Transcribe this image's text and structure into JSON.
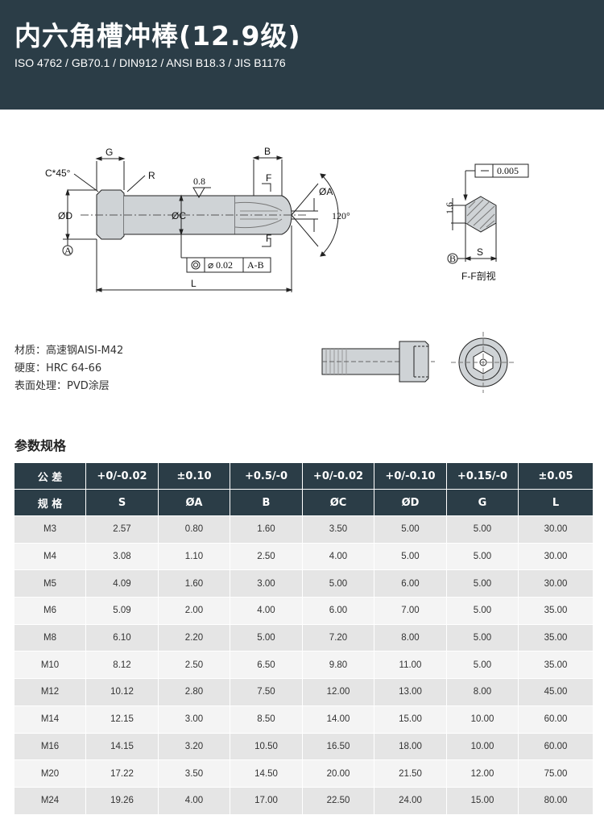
{
  "header": {
    "title": "内六角槽冲棒(12.9级)",
    "standards": "ISO 4762 / GB70.1 / DIN912 / ANSI B18.3 / JIS B1176"
  },
  "drawing": {
    "labels": {
      "g": "G",
      "b": "B",
      "chamfer": "C*45°",
      "r": "R",
      "roughness": "0.8",
      "f_top": "F",
      "f_bottom": "F",
      "dia_a": "ØA",
      "angle": "120°",
      "dia_d": "ØD",
      "dia_c": "ØC",
      "datum_a": "A",
      "runout_tol": "0.02",
      "runout_ref": "A-B",
      "l": "L",
      "hex_tol": "0.005",
      "hex_height": "1.6",
      "datum_b": "B",
      "s": "S",
      "section": "F-F剖视"
    }
  },
  "properties": {
    "material": "材质：高速钢AISI-M42",
    "hardness": "硬度：HRC  64-66",
    "surface": "表面处理：PVD涂层"
  },
  "section_title": "参数规格",
  "table": {
    "tolerance_row": [
      "公 差",
      "+0/-0.02",
      "±0.10",
      "+0.5/-0",
      "+0/-0.02",
      "+0/-0.10",
      "+0.15/-0",
      "±0.05"
    ],
    "header_row": [
      "规 格",
      "S",
      "ØA",
      "B",
      "ØC",
      "ØD",
      "G",
      "L"
    ],
    "rows": [
      [
        "M3",
        "2.57",
        "0.80",
        "1.60",
        "3.50",
        "5.00",
        "5.00",
        "30.00"
      ],
      [
        "M4",
        "3.08",
        "1.10",
        "2.50",
        "4.00",
        "5.00",
        "5.00",
        "30.00"
      ],
      [
        "M5",
        "4.09",
        "1.60",
        "3.00",
        "5.00",
        "6.00",
        "5.00",
        "30.00"
      ],
      [
        "M6",
        "5.09",
        "2.00",
        "4.00",
        "6.00",
        "7.00",
        "5.00",
        "35.00"
      ],
      [
        "M8",
        "6.10",
        "2.20",
        "5.00",
        "7.20",
        "8.00",
        "5.00",
        "35.00"
      ],
      [
        "M10",
        "8.12",
        "2.50",
        "6.50",
        "9.80",
        "11.00",
        "5.00",
        "35.00"
      ],
      [
        "M12",
        "10.12",
        "2.80",
        "7.50",
        "12.00",
        "13.00",
        "8.00",
        "45.00"
      ],
      [
        "M14",
        "12.15",
        "3.00",
        "8.50",
        "14.00",
        "15.00",
        "10.00",
        "60.00"
      ],
      [
        "M16",
        "14.15",
        "3.20",
        "10.50",
        "16.50",
        "18.00",
        "10.00",
        "60.00"
      ],
      [
        "M20",
        "17.22",
        "3.50",
        "14.50",
        "20.00",
        "21.50",
        "12.00",
        "75.00"
      ],
      [
        "M24",
        "19.26",
        "4.00",
        "17.00",
        "22.50",
        "24.00",
        "15.00",
        "80.00"
      ]
    ]
  }
}
